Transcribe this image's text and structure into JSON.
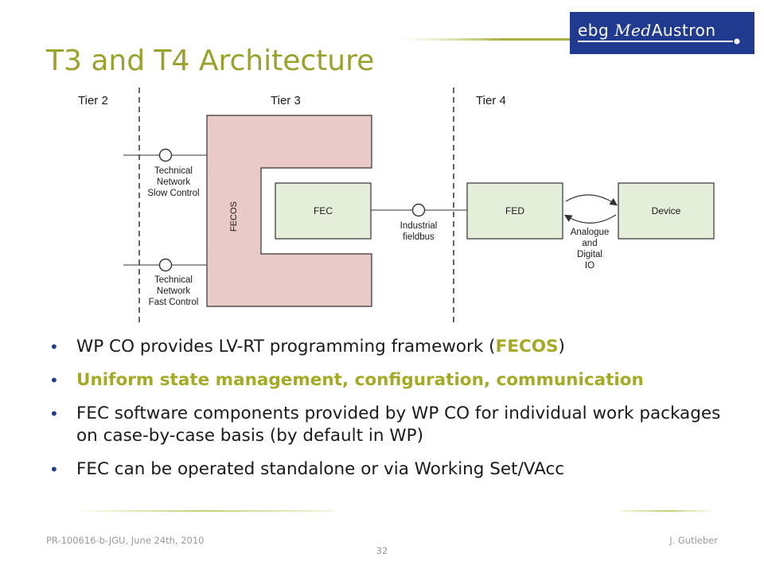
{
  "logo": {
    "prefix": "ebg ",
    "brand_italic": "Med",
    "suffix": "Austron"
  },
  "title": "T3 and T4 Architecture",
  "diagram": {
    "tiers": [
      "Tier 2",
      "Tier 3",
      "Tier 4"
    ],
    "fecos_label": "FECOS",
    "fec_label": "FEC",
    "fed_label": "FED",
    "device_label": "Device",
    "slow_control": [
      "Technical",
      "Network",
      "Slow Control"
    ],
    "fast_control": [
      "Technical",
      "Network",
      "Fast Control"
    ],
    "fieldbus": [
      "Industrial",
      "fieldbus"
    ],
    "analogue_io": [
      "Analogue",
      "and",
      "Digital",
      "IO"
    ]
  },
  "bullets": [
    {
      "pre": "WP CO provides LV-RT programming framework (",
      "hl": "FECOS",
      "post": ")"
    },
    {
      "pre": "",
      "hl": "Uniform state management, configuration, communication",
      "post": ""
    },
    {
      "pre": "FEC software components provided by WP CO for individual work packages on case-by-case basis (by default in WP)",
      "hl": "",
      "post": ""
    },
    {
      "pre": "FEC can be operated standalone or via Working Set/VAcc",
      "hl": "",
      "post": ""
    }
  ],
  "footer": {
    "left": "PR-100616-b-JGU, June 24th, 2010",
    "right": "J. Gutleber",
    "page": "32"
  },
  "colors": {
    "title": "#9aa22c",
    "logo_bg": "#1f3a8e",
    "fecos_fill": "#eac9c9",
    "box_fill": "#e4eed8",
    "bullet_dot": "#1f3a8e"
  }
}
